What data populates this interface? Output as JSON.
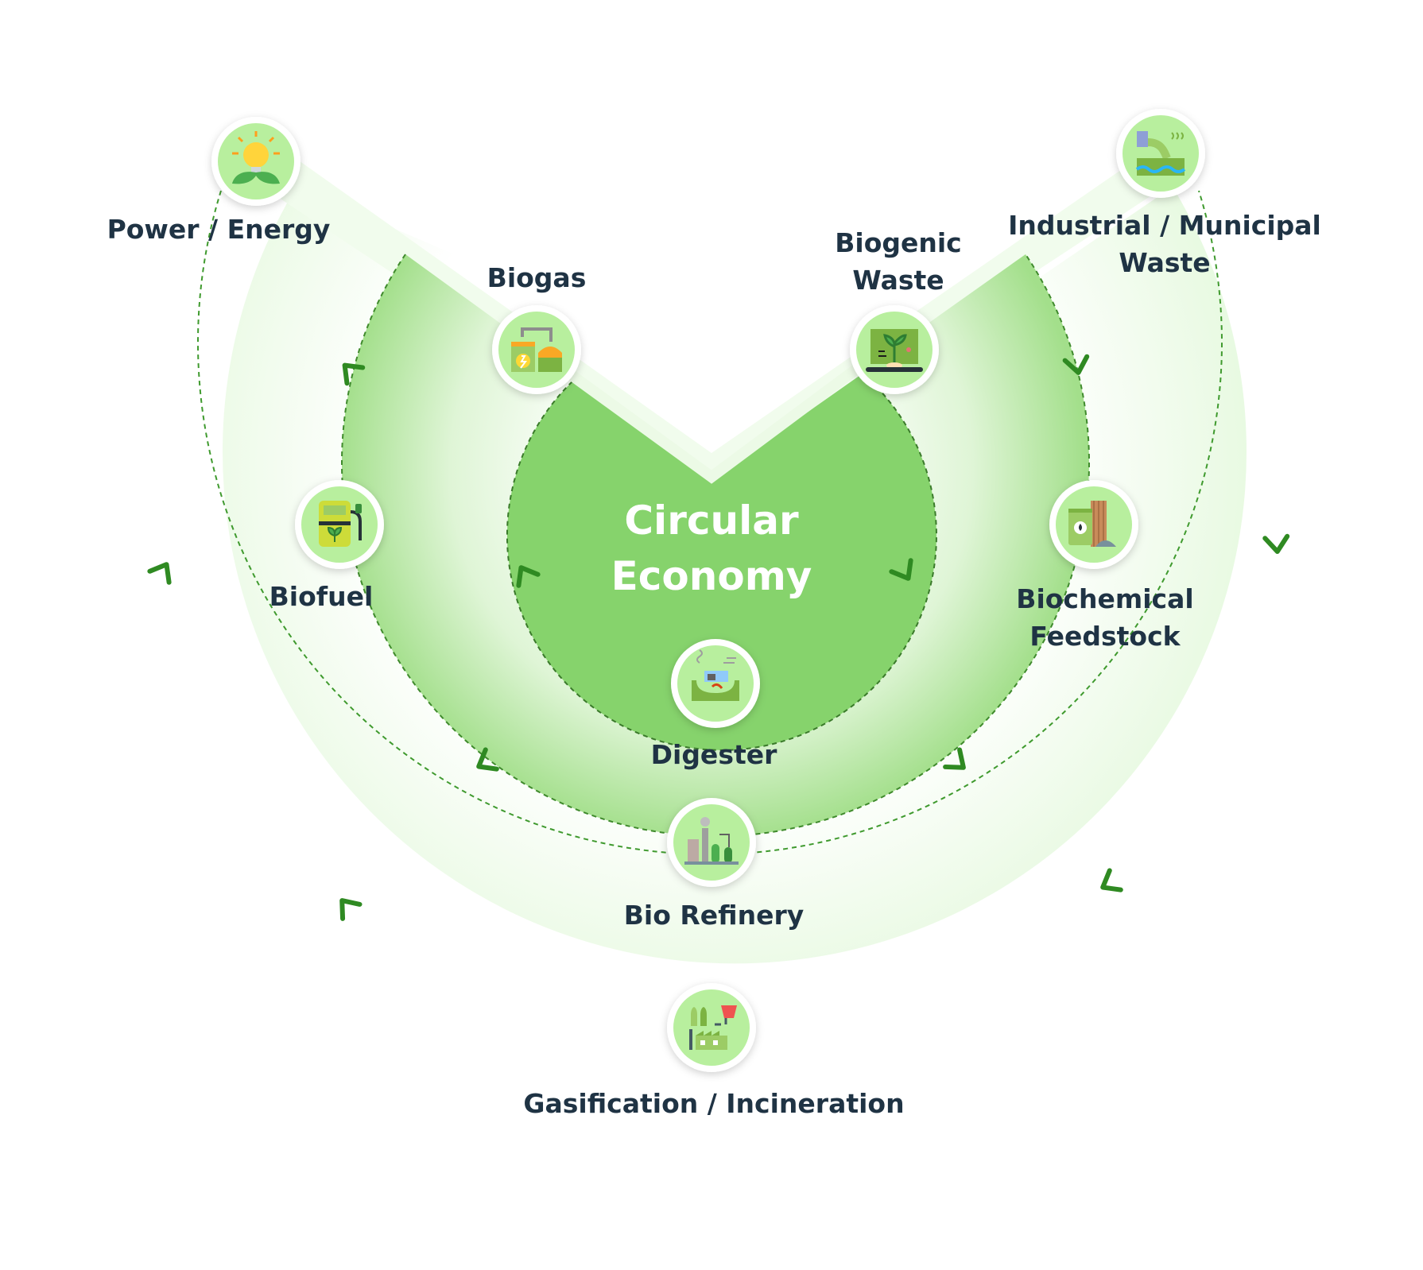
{
  "diagram": {
    "center_title": [
      "Circular",
      "Economy"
    ],
    "colors": {
      "inner_fill": "#86d36c",
      "middle_ring_light": "#e9f8e4",
      "middle_ring_dark": "#a6e08f",
      "outer_ring": "#eaf9e6",
      "arrow": "#2f8a22",
      "dashed_line": "#3f9a2e",
      "label_text": "#1f3344",
      "node_ring": "#ffffff",
      "node_fill": "#b8ef9e"
    },
    "nodes": [
      {
        "id": "power-energy",
        "label": [
          "Power / Energy"
        ],
        "icon": "lightbulb-plant-icon"
      },
      {
        "id": "industrial-municipal-waste",
        "label": [
          "Industrial / Municipal",
          "Waste"
        ],
        "icon": "factory-waste-water-icon"
      },
      {
        "id": "biogas",
        "label": [
          "Biogas"
        ],
        "icon": "biogas-plant-icon"
      },
      {
        "id": "biogenic-waste",
        "label": [
          "Biogenic",
          "Waste"
        ],
        "icon": "biogenic-waste-icon"
      },
      {
        "id": "biofuel",
        "label": [
          "Biofuel"
        ],
        "icon": "biofuel-pump-icon"
      },
      {
        "id": "biochemical-feedstock",
        "label": [
          "Biochemical",
          "Feedstock"
        ],
        "icon": "barrel-feedstock-icon"
      },
      {
        "id": "digester",
        "label": [
          "Digester"
        ],
        "icon": "digester-tank-icon"
      },
      {
        "id": "bio-refinery",
        "label": [
          "Bio Refinery"
        ],
        "icon": "refinery-plant-icon"
      },
      {
        "id": "gasification-incineration",
        "label": [
          "Gasification / Incineration"
        ],
        "icon": "incineration-plant-icon"
      }
    ]
  }
}
